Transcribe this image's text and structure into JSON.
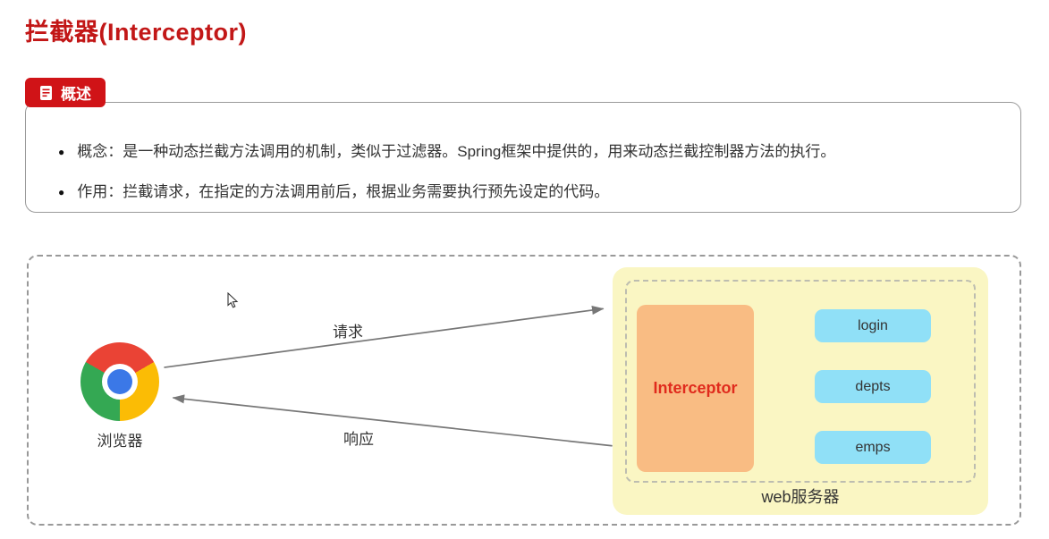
{
  "page": {
    "title": "拦截器(Interceptor)"
  },
  "overview": {
    "badge_label": "概述",
    "bullets": [
      "概念：是一种动态拦截方法调用的机制，类似于过滤器。Spring框架中提供的，用来动态拦截控制器方法的执行。",
      "作用：拦截请求，在指定的方法调用前后，根据业务需要执行预先设定的代码。"
    ]
  },
  "diagram": {
    "browser_label": "浏览器",
    "request_label": "请求",
    "response_label": "响应",
    "interceptor_label": "Interceptor",
    "endpoints": [
      "login",
      "depts",
      "emps"
    ],
    "server_label": "web服务器",
    "colors": {
      "title_red": "#c21717",
      "badge_red": "#d01317",
      "interceptor_bg": "#f9bc83",
      "interceptor_text": "#e02b1d",
      "endpoint_bg": "#90e0f7",
      "server_bg": "#faf6c3",
      "green_arrow": "#7ab33e",
      "gray_arrow": "#777777"
    }
  }
}
